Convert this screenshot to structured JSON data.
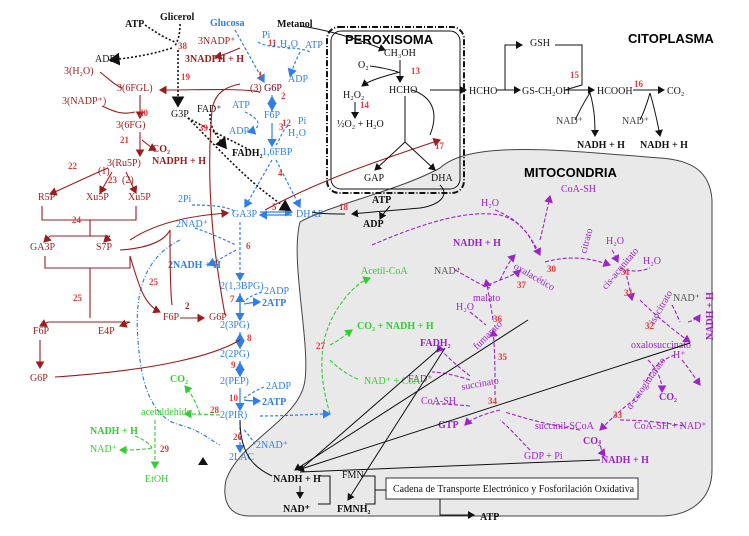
{
  "colors": {
    "glycolysis": "#2f7fe6",
    "pentose": "#9b1c1c",
    "mito": "#9b24c9",
    "ethanol": "#33cc33",
    "black": "#111111",
    "mito_bg": "#e9e9e9"
  },
  "compartments": {
    "peroxisome": "PEROXISOMA",
    "cytoplasm": "CITOPLASMA",
    "mitochondria": "MITOCONDRIA"
  },
  "glycolysis": {
    "glucosa": "Glucosa",
    "pi": "Pi",
    "h2o": "H₂O",
    "atp": "ATP",
    "adp": "ADP",
    "g6p": "G6P",
    "f6p": "F6P",
    "f16bp": "1,6FBP",
    "ga3p": "GA3P",
    "dhap": "DHAP",
    "pi2": "2Pi",
    "nad2": "2NAD⁺",
    "nadh2": "2NADH + H",
    "bpg": "2(1,3BPG)",
    "adp2a": "2ADP",
    "atp2a": "2ATP",
    "pg3": "2(3PG)",
    "pg2": "2(2PG)",
    "pep": "2(PEP)",
    "adp2b": "2ADP",
    "atp2b": "2ATP",
    "pir": "2(PIR)",
    "nad2b": "2NAD⁺",
    "lac": "2LAC"
  },
  "pentose": {
    "atp": "ATP",
    "glicerol": "Glicerol",
    "adp": "ADP",
    "nadp3": "3NADP⁺",
    "nadph3": "3NADPH + H",
    "h2o3": "3(H₂O)",
    "g6p3": "(3) G6P",
    "fgl6": "3(6FGL)",
    "nadp3b": "3(NADP⁺)",
    "fg6": "3(6FG)",
    "co2": "CO₂",
    "nadph": "NADPH + H",
    "ru5p": "3(Ru5P)",
    "r5p": "R5P",
    "xu5p": "Xu5P",
    "xu5p2": "Xu5P",
    "c1": "(1)",
    "c2": "(2)",
    "ga3p": "GA3P",
    "s7p": "S7P",
    "f6p": "F6P",
    "e4p": "E4P",
    "f6p2": "F6P",
    "g6p": "G6P",
    "g6p2": "G6P",
    "c2b": "2",
    "g3p": "G3P",
    "fad": "FAD⁺",
    "fadh2": "FADH₂"
  },
  "peroxisome_items": {
    "metanol": "Metanol",
    "ch3oh": "CH₃OH",
    "o2": "O₂",
    "hcho": "HCHO",
    "h2o2": "H₂O₂",
    "half": "½O₂ + H₂O",
    "gap": "GAP",
    "dha": "DHA",
    "atp": "ATP",
    "adp": "ADP"
  },
  "cytoplasm_items": {
    "hcho": "HCHO",
    "gsh": "GSH",
    "gsch2oh": "GS-CH₂OH",
    "hcooh": "HCOOH",
    "co2": "CO₂",
    "nad1": "NAD⁺",
    "nad2": "NAD⁺",
    "nadh1": "NADH + H",
    "nadh2": "NADH + H"
  },
  "mito_items": {
    "coash": "CoA-SH",
    "h2o": "H₂O",
    "nadh": "NADH + H",
    "citrato": "citrato",
    "h2o2": "H₂O",
    "h2o3": "H₂O",
    "cisac": "cis-aconitato",
    "nad": "NAD⁺",
    "oxaloac": "oxalacético",
    "acetil": "Acetil-CoA",
    "malato": "malato",
    "h2o4": "H₂O",
    "isocitrato": "isocitrato",
    "nad2": "NAD⁺",
    "nadh2": "NADH + H",
    "fumarato": "fumarato",
    "co2nadh": "CO₂ + NADH + H",
    "fadh2": "FADH₂",
    "oxalosuc": "oxalosuccinato",
    "hplus": "H⁺",
    "fad": "FAD⁺",
    "succinato": "succinato",
    "nadcoa": "NAD⁺ + CoA",
    "co2": "CO₂",
    "coash2": "CoA-SH",
    "akg": "α-cetoglutarato",
    "gtp": "GTP",
    "succoa": "succinil-SCoA",
    "coanad": "CoA-SH + NAD⁺",
    "co2b": "CO₂",
    "gdp": "GDP + Pi",
    "nadh3": "NADH + H"
  },
  "ethanol": {
    "co2": "CO₂",
    "acetal": "acetaldehido",
    "nadh": "NADH + H",
    "nad": "NAD⁺",
    "etoh": "EtOH"
  },
  "chain": {
    "nadh": "NADH + H",
    "fmn": "FMN",
    "nad": "NAD⁺",
    "fmnh2": "FMNH₂",
    "box": "Cadena de Transporte Electrónico y Fosforilación Oxidativa",
    "atp": "ATP"
  },
  "steps": [
    "1",
    "2",
    "3",
    "4",
    "5",
    "6",
    "7",
    "8",
    "9",
    "10",
    "11",
    "12",
    "13",
    "14",
    "15",
    "16",
    "17",
    "18",
    "19",
    "20",
    "21",
    "22",
    "23",
    "24",
    "25",
    "26",
    "27",
    "28",
    "29",
    "30",
    "31",
    "32",
    "33",
    "34",
    "35",
    "36",
    "37",
    "38",
    "39"
  ]
}
